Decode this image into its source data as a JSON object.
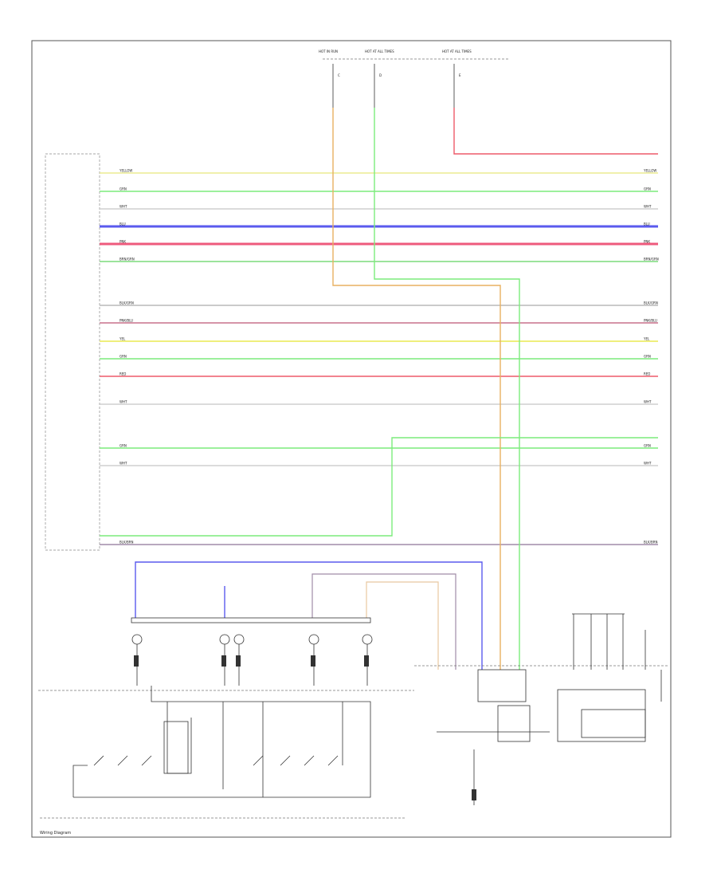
{
  "diagram": {
    "top_fuses": [
      {
        "label": "HOT IN RUN",
        "id": "C"
      },
      {
        "label": "HOT AT ALL TIMES",
        "id": "D"
      },
      {
        "label": "HOT AT ALL TIMES",
        "id": "E"
      }
    ],
    "wires": [
      {
        "color_name": "YELLOW",
        "color": "#ecec90"
      },
      {
        "color_name": "GRN",
        "color": "#7cec7c"
      },
      {
        "color_name": "WHT",
        "color": "#cfcfcf"
      },
      {
        "color_name": "BLU",
        "color": "#5a5aee"
      },
      {
        "color_name": "PNK",
        "color": "#ee5a7c"
      },
      {
        "color_name": "BRN/GRN",
        "color": "#7cdc7c"
      },
      {
        "color_name": "BLK/GRN",
        "color": "#b8b8b8"
      },
      {
        "color_name": "PNK/BLU",
        "color": "#c8708c"
      },
      {
        "color_name": "YEL",
        "color": "#eaea50"
      },
      {
        "color_name": "GRN",
        "color": "#7cec7c"
      },
      {
        "color_name": "RED",
        "color": "#ee5a6a"
      },
      {
        "color_name": "WHT",
        "color": "#cfcfcf"
      },
      {
        "color_name": "GRN",
        "color": "#7cec7c"
      },
      {
        "color_name": "WHT",
        "color": "#cfcfcf"
      },
      {
        "color_name": "BLK/BRN",
        "color": "#a08ca8"
      }
    ],
    "feed_colors": {
      "c_feed": "#e8b060",
      "d_feed": "#7cec7c",
      "e_feed": "#ee5a6a",
      "sensor_blue": "#5a5aee",
      "splice_purple": "#a08ca8",
      "tan": "#e8c8a0"
    },
    "footer_text": "Wiring Diagram"
  }
}
